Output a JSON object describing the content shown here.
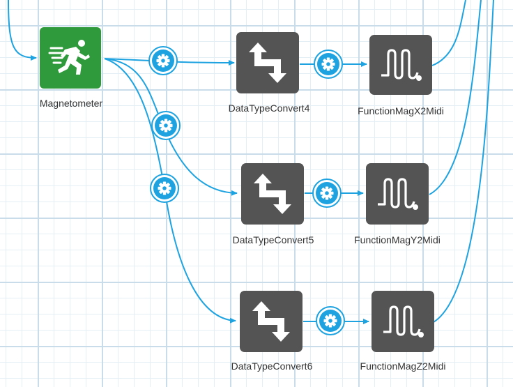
{
  "nodes": {
    "magnetometer": {
      "label": "Magnetometer",
      "icon": "running-person-icon",
      "color": "#2f9a3b"
    },
    "convert4": {
      "label": "DataTypeConvert4",
      "icon": "convert-arrows-icon",
      "color": "#545454"
    },
    "convert5": {
      "label": "DataTypeConvert5",
      "icon": "convert-arrows-icon",
      "color": "#545454"
    },
    "convert6": {
      "label": "DataTypeConvert6",
      "icon": "convert-arrows-icon",
      "color": "#545454"
    },
    "funcx": {
      "label": "FunctionMagX2Midi",
      "icon": "waveform-icon",
      "color": "#545454"
    },
    "funcy": {
      "label": "FunctionMagY2Midi",
      "icon": "waveform-icon",
      "color": "#545454"
    },
    "funcz": {
      "label": "FunctionMagZ2Midi",
      "icon": "waveform-icon",
      "color": "#545454"
    }
  },
  "connector": {
    "icon": "gear-icon",
    "color": "#1ea3e0"
  }
}
